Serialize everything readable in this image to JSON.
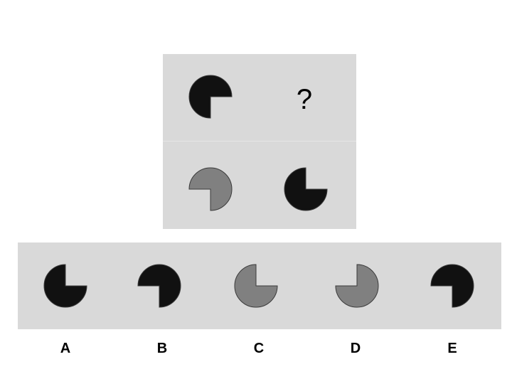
{
  "colors": {
    "panel": "#d9d9d9",
    "dark_shape": "#111111",
    "gray_shape": "#808080",
    "outline": "#3a3a3a"
  },
  "matrix": {
    "missing_cell_text": "?",
    "cells": [
      {
        "position": "top-left",
        "fill": "dark",
        "missing_quadrant": "bottom-right"
      },
      {
        "position": "top-right",
        "missing": true
      },
      {
        "position": "bottom-left",
        "fill": "gray",
        "missing_quadrant": "bottom-left"
      },
      {
        "position": "bottom-right",
        "fill": "dark",
        "missing_quadrant": "top-right"
      }
    ]
  },
  "options": [
    {
      "label": "A",
      "fill": "dark",
      "missing_quadrant": "top-right"
    },
    {
      "label": "B",
      "fill": "dark",
      "missing_quadrant": "bottom-left"
    },
    {
      "label": "C",
      "fill": "gray",
      "missing_quadrant": "top-right"
    },
    {
      "label": "D",
      "fill": "gray",
      "missing_quadrant": "top-left"
    },
    {
      "label": "E",
      "fill": "dark",
      "missing_quadrant": "bottom-left"
    }
  ]
}
